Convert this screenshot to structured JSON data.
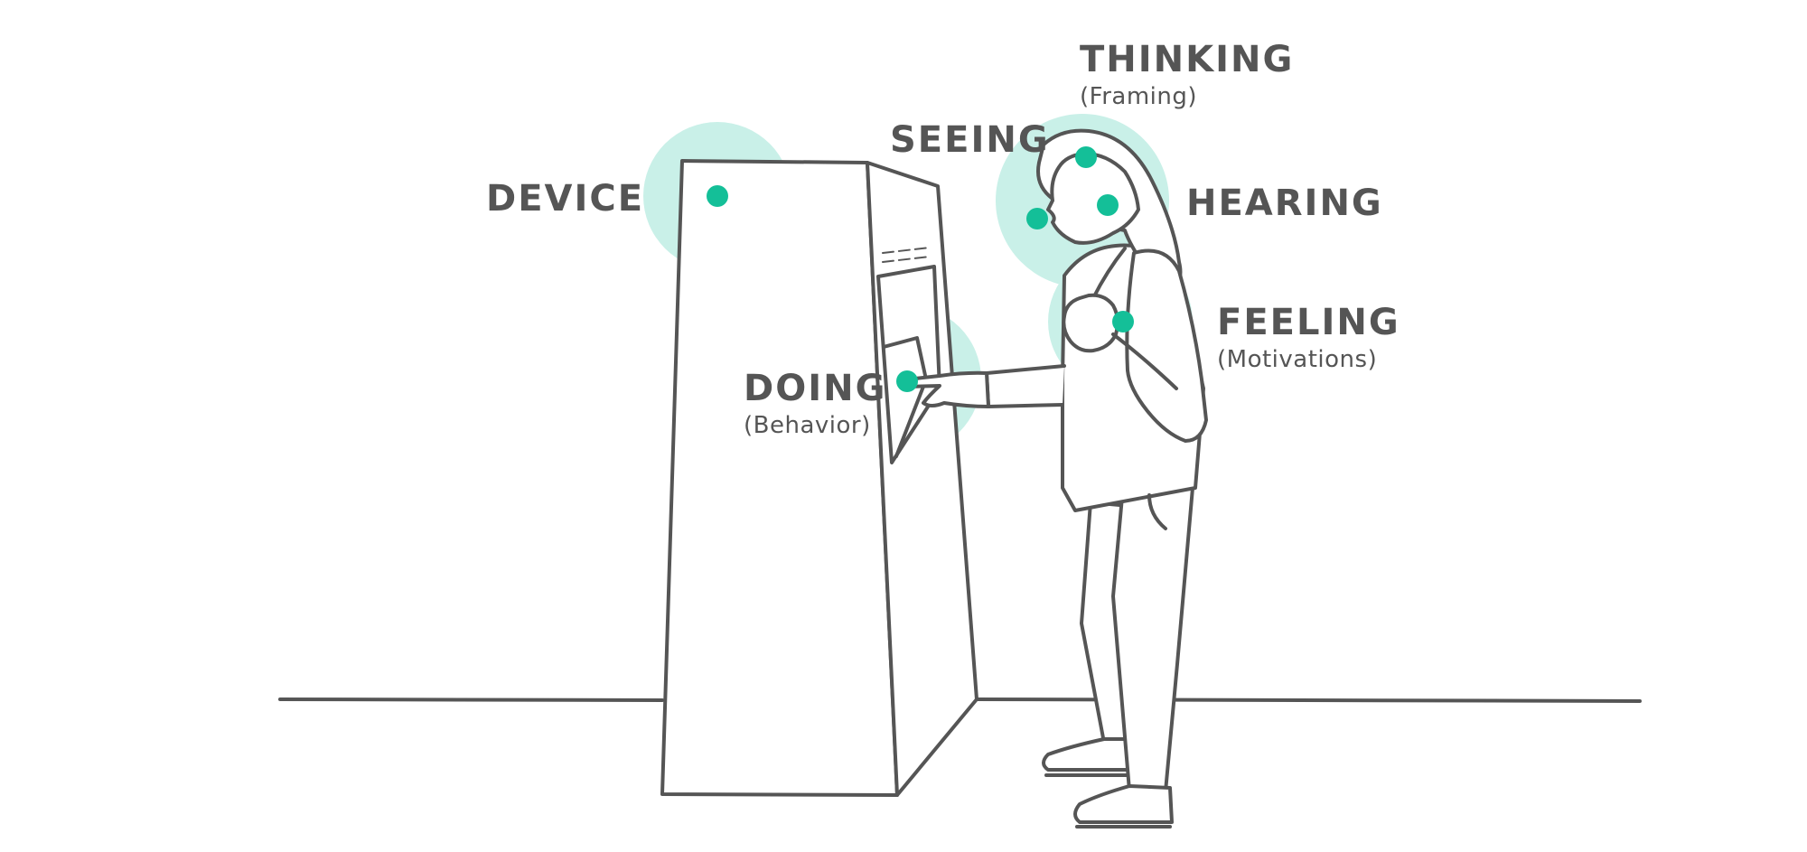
{
  "colors": {
    "line": "#555555",
    "halo": "#c9f0e8",
    "dot": "#14bf98",
    "background": "#ffffff"
  },
  "labels": {
    "device": {
      "title": "DEVICE"
    },
    "seeing": {
      "title": "SEEING"
    },
    "thinking": {
      "title": "THINKING",
      "subtitle": "(Framing)"
    },
    "hearing": {
      "title": "HEARING"
    },
    "feeling": {
      "title": "FEELING",
      "subtitle": "(Motivations)"
    },
    "doing": {
      "title": "DOING",
      "subtitle": "(Behavior)"
    }
  }
}
